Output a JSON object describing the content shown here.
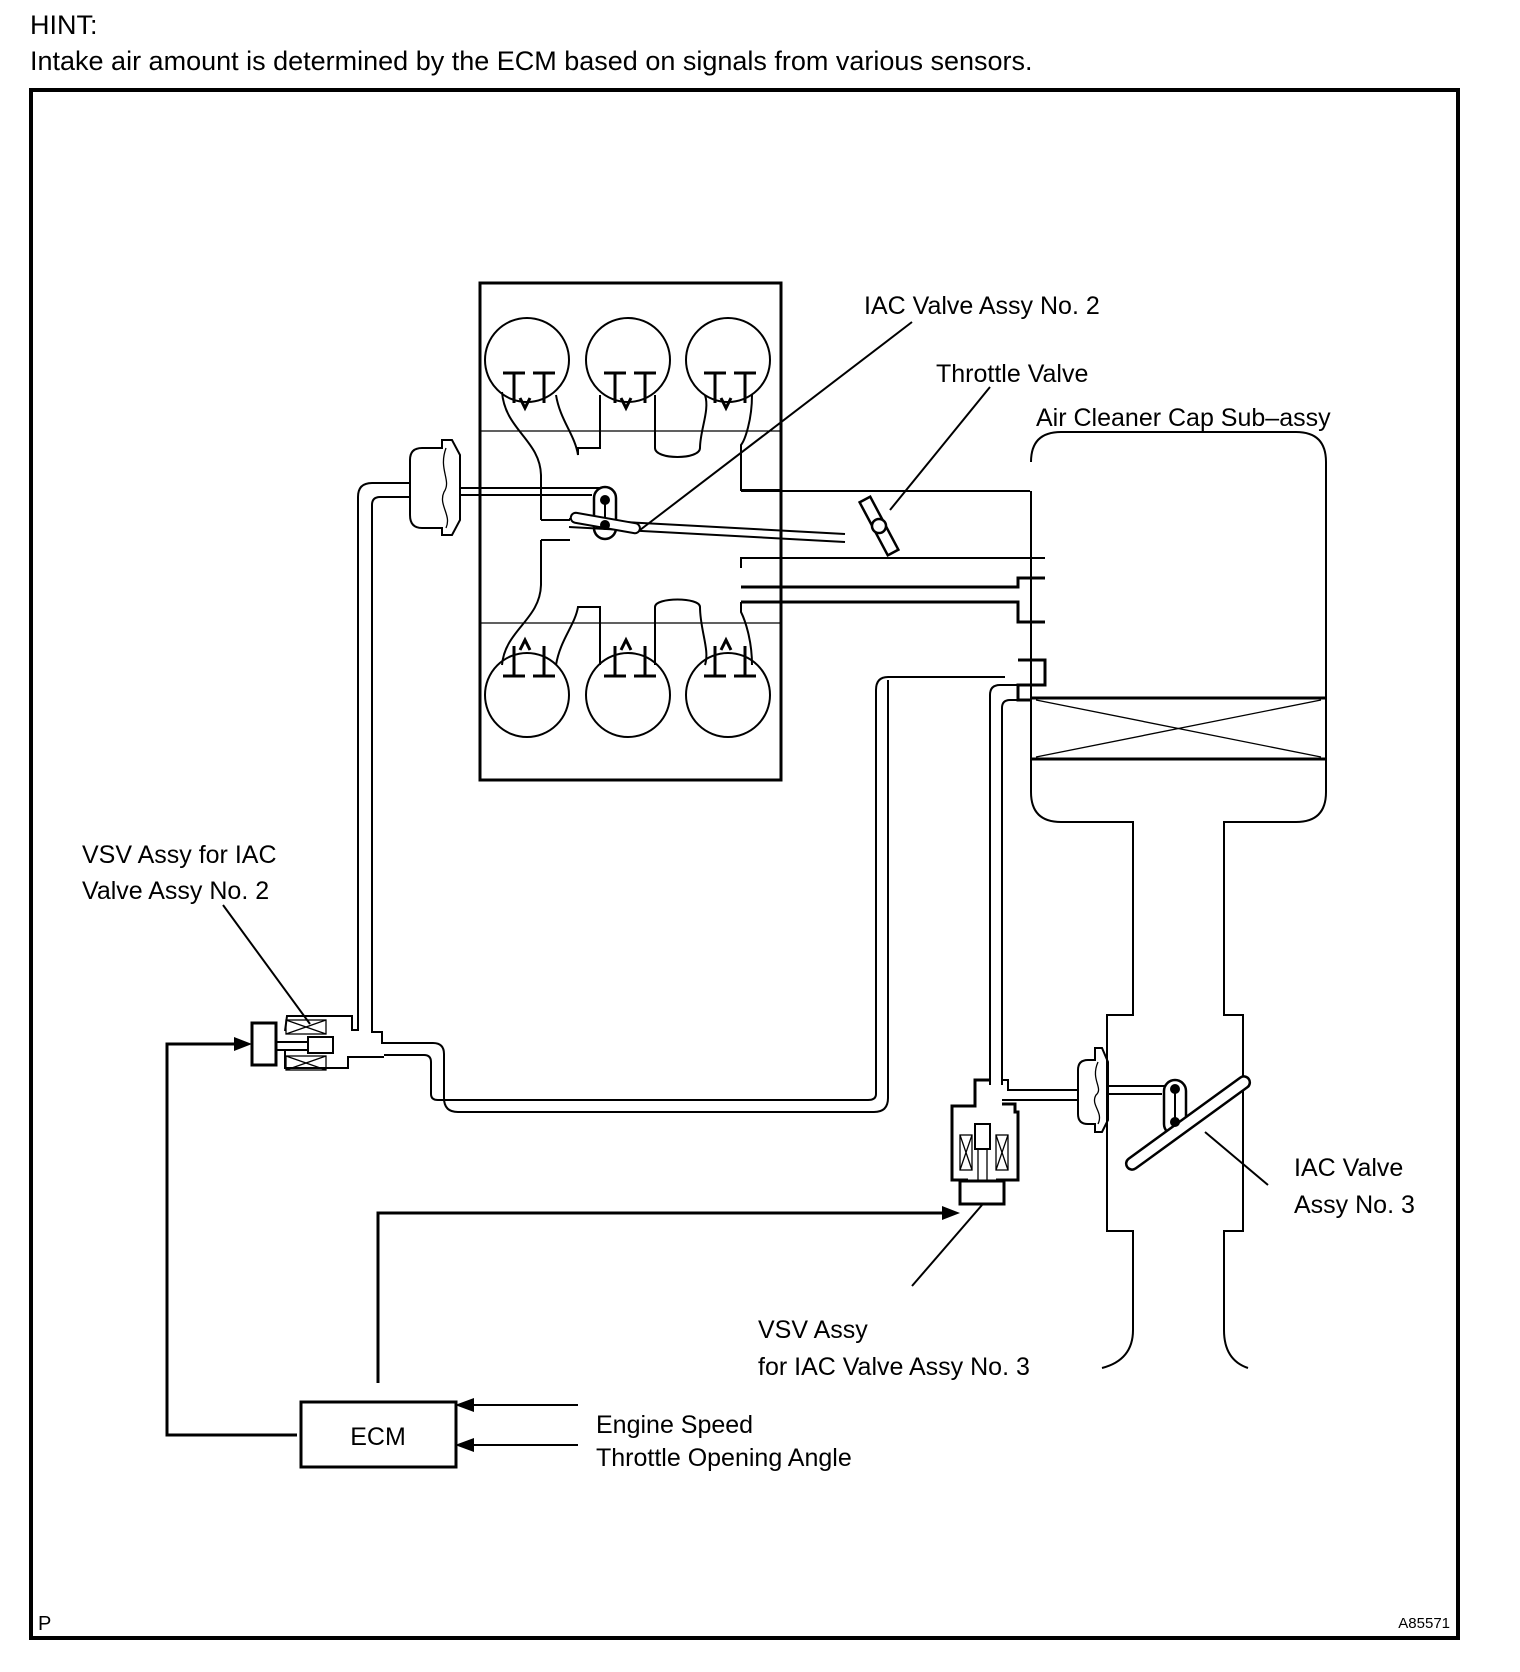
{
  "header": {
    "hint_label": "HINT:",
    "hint_text": "Intake air amount is determined by the ECM based on signals from various sensors."
  },
  "diagram": {
    "labels": {
      "iac_valve_2": "IAC Valve Assy No. 2",
      "throttle_valve": "Throttle Valve",
      "air_cleaner": "Air Cleaner Cap Sub–assy",
      "vsv_iac2_line1": "VSV Assy for IAC",
      "vsv_iac2_line2": "Valve Assy No. 2",
      "iac_valve_3_line1": "IAC Valve",
      "iac_valve_3_line2": "Assy No. 3",
      "vsv_iac3_line1": "VSV Assy",
      "vsv_iac3_line2": "for IAC Valve Assy No. 3",
      "ecm": "ECM",
      "input_engine_speed": "Engine Speed",
      "input_throttle_angle": "Throttle Opening Angle"
    },
    "corner_left": "P",
    "figure_id": "A85571"
  }
}
